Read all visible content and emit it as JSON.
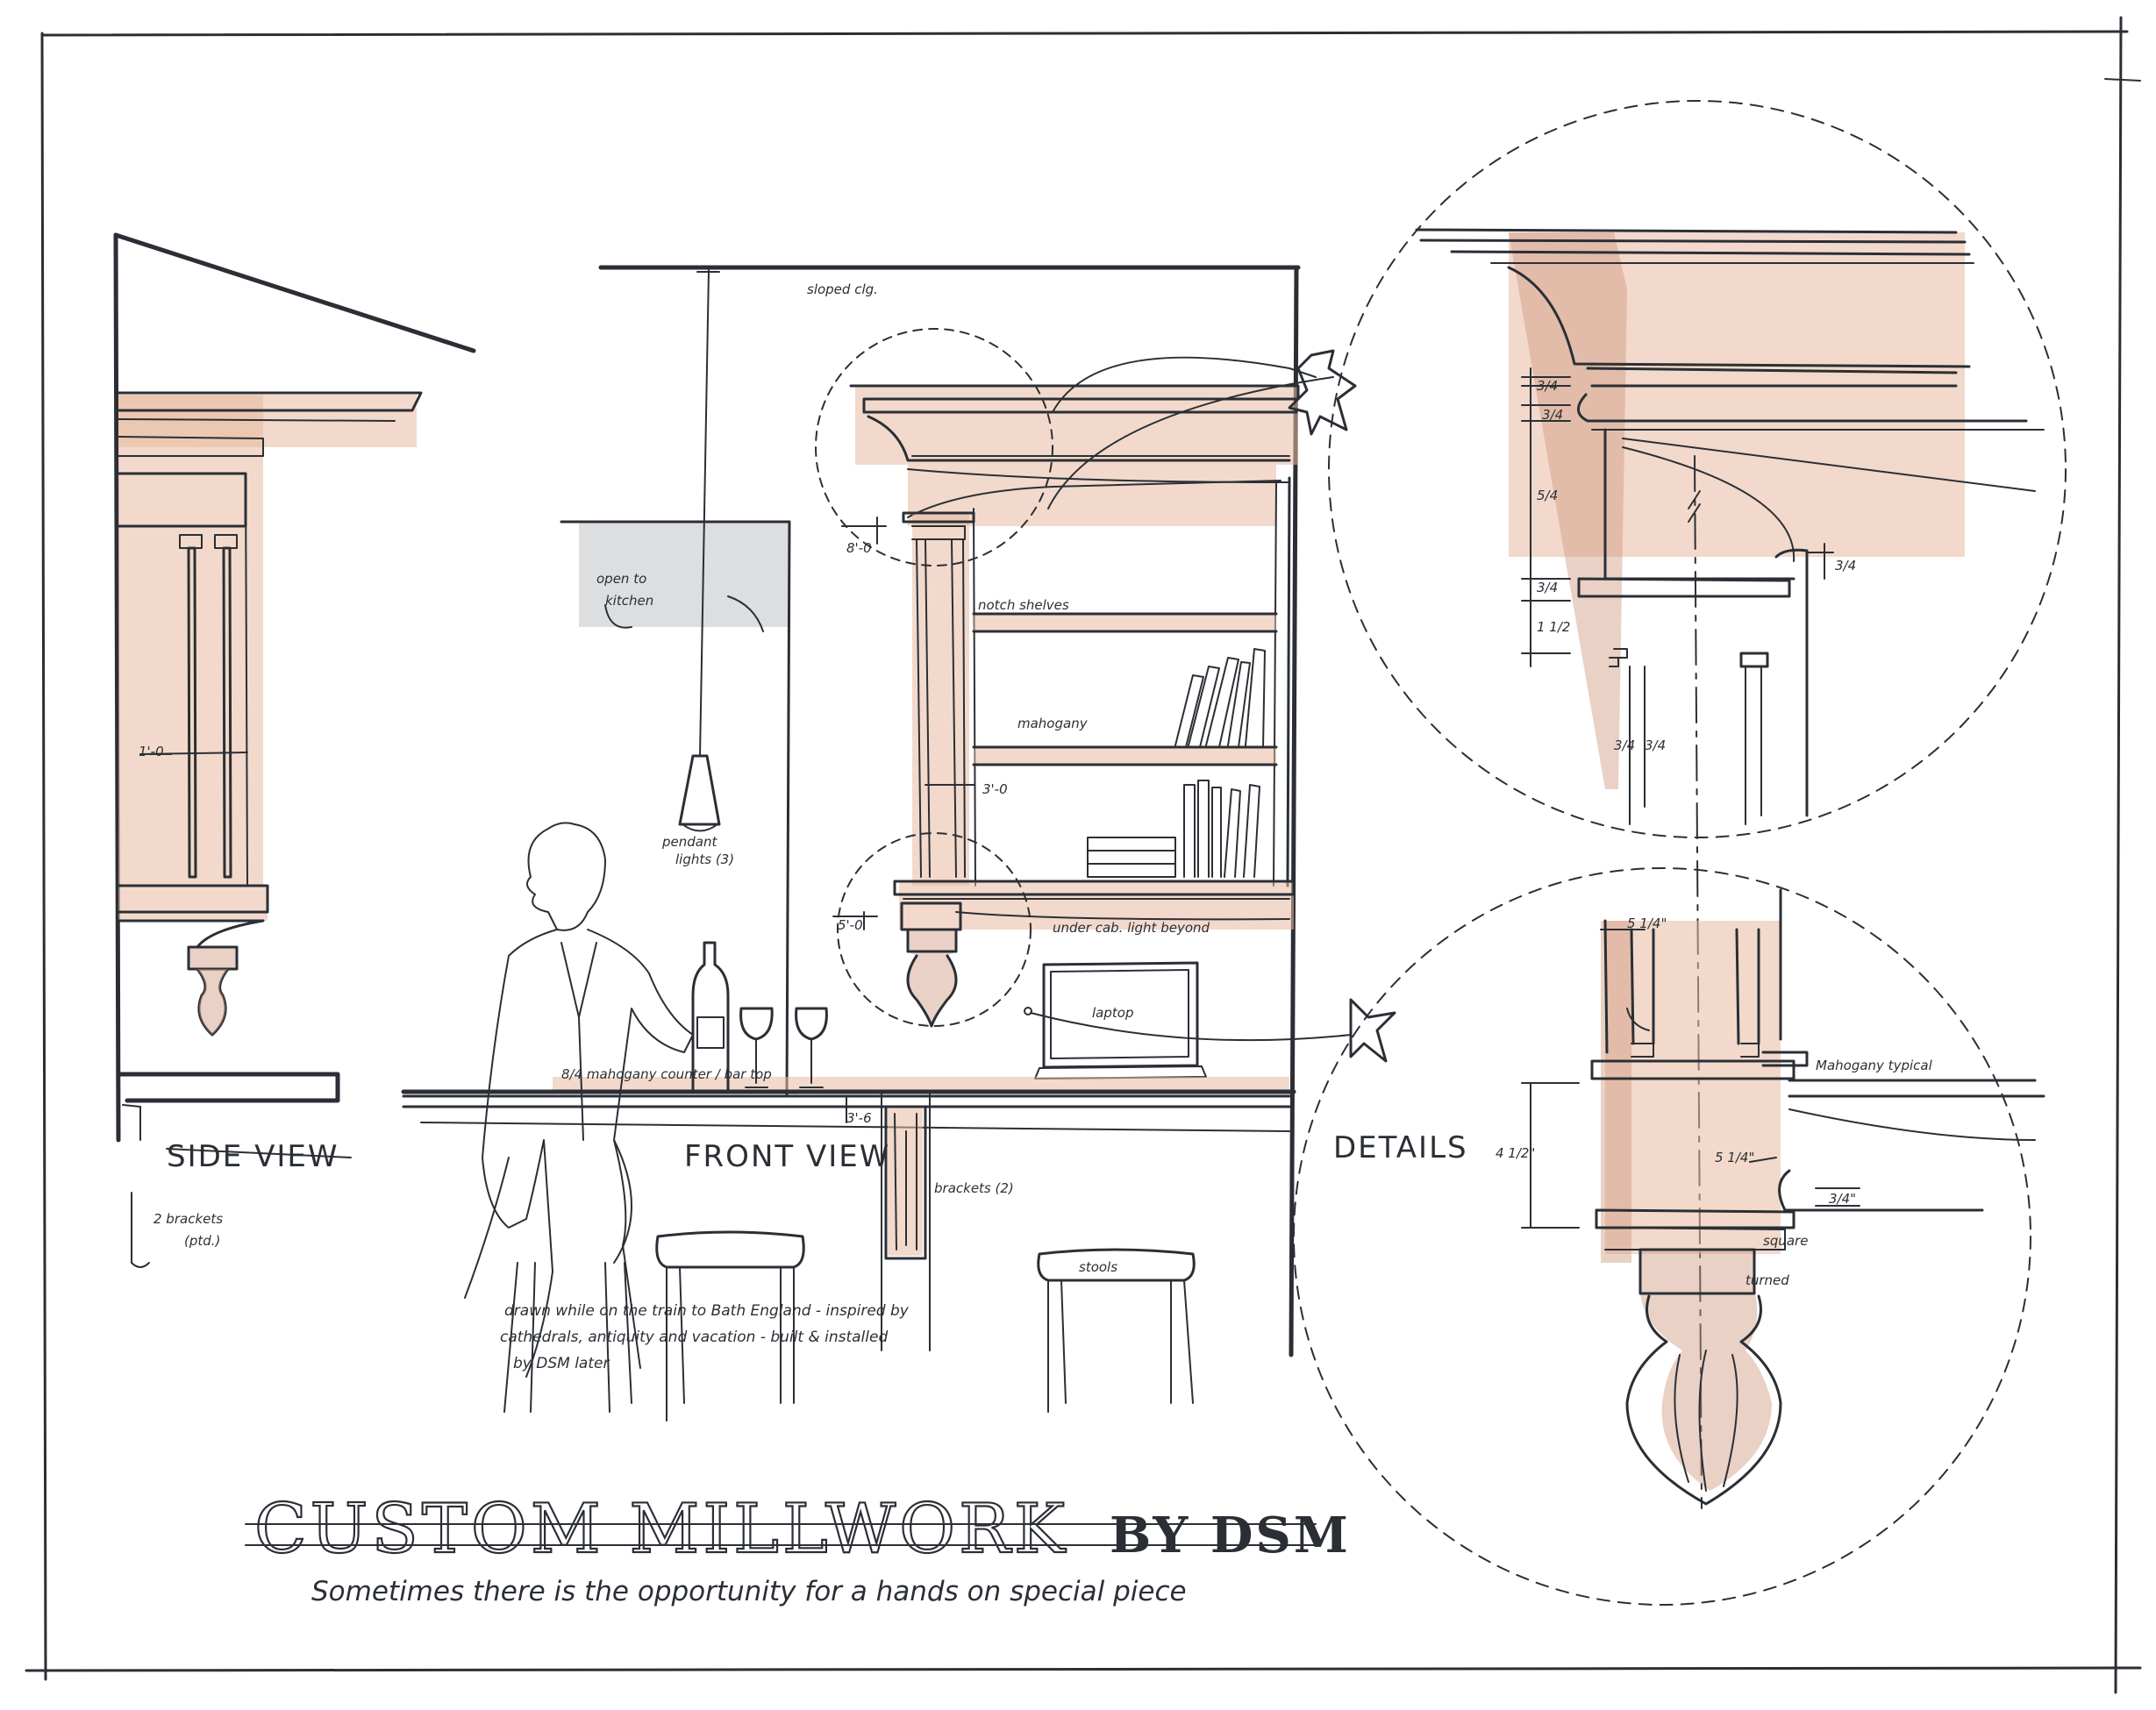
{
  "title": {
    "main": "CUSTOM MILLWORK",
    "by": "BY DSM",
    "subtitle": "Sometimes there is the opportunity for a hands on special piece"
  },
  "views": {
    "side": "SIDE VIEW",
    "front": "FRONT VIEW",
    "details": "DETAILS"
  },
  "labels": {
    "sloped_clg": "sloped clg.",
    "open_to_kitchen_1": "open to",
    "open_to_kitchen_2": "kitchen",
    "notch_shelves": "notch shelves",
    "mahogany": "mahogany",
    "pendant_1": "pendant",
    "pendant_2": "lights (3)",
    "under_cab_light": "under cab. light beyond",
    "laptop": "laptop",
    "counter": "8/4 mahogany counter / bar top",
    "brackets": "brackets (2)",
    "side_brackets_1": "2 brackets",
    "side_brackets_2": "(ptd.)",
    "stools": "stools",
    "mahogany_typical": "Mahogany typical",
    "square": "square",
    "turned": "turned"
  },
  "dimensions": {
    "d_8_0": "8'-0",
    "d_5_0": "5'-0",
    "d_3_0": "3'-0",
    "d_1_0": "1'-0",
    "d_3_6": "3'-6",
    "d_3_4a": "3/4",
    "d_3_4b": "3/4",
    "d_5_4": "5/4",
    "d_3_4c": "3/4",
    "d_3_4d": "3/4",
    "d_1_5": "1 1/2",
    "d_3_4e": "3/4",
    "d_3_4f": "3/4",
    "d_5q_a": "5 1/4\"",
    "d_4h": "4 1/2\"",
    "d_5q_b": "5 1/4\"",
    "d_3_4g": "3/4\""
  },
  "note": {
    "line1": "drawn while on the train to Bath England - inspired by",
    "line2": "cathedrals, antiquity and vacation - built & installed",
    "line3": "by DSM later"
  },
  "colors": {
    "ink": "#2b2f35",
    "wood": "#e7b9a0",
    "paper": "#ffffff"
  }
}
